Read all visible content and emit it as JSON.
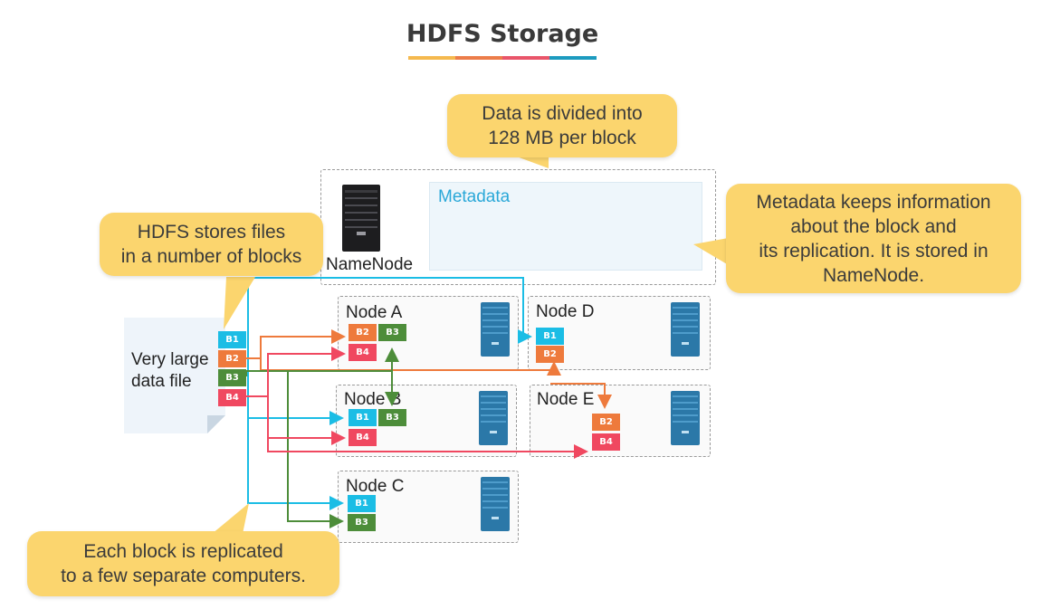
{
  "title": "HDFS Storage",
  "title_bar_colors": [
    "#f5b94e",
    "#ec7d4a",
    "#e9556a",
    "#1c9bbf"
  ],
  "callouts": {
    "data_divided": "Data is divided into\n128 MB per block",
    "stores_blocks": "HDFS stores files\nin a number of blocks",
    "metadata_info": "Metadata keeps information\nabout the block and\nits replication. It is stored in\nNameNode.",
    "replicated": "Each block is replicated\nto a few separate computers."
  },
  "namenode": {
    "label": "NameNode",
    "metadata_label": "Metadata"
  },
  "file": {
    "label": "Very large\ndata file"
  },
  "block_colors": {
    "B1": "#1bbde5",
    "B2": "#ee7a3c",
    "B3": "#4d8d3a",
    "B4": "#f04860"
  },
  "file_blocks": [
    "B1",
    "B2",
    "B3",
    "B4"
  ],
  "nodes": [
    {
      "id": "a",
      "label": "Node A",
      "blocks": [
        "B2",
        "B3",
        "B4"
      ]
    },
    {
      "id": "b",
      "label": "Node B",
      "blocks": [
        "B1",
        "B3",
        "B4"
      ]
    },
    {
      "id": "c",
      "label": "Node C",
      "blocks": [
        "B1",
        "B3"
      ]
    },
    {
      "id": "d",
      "label": "Node D",
      "blocks": [
        "B1",
        "B2"
      ]
    },
    {
      "id": "e",
      "label": "Node E",
      "blocks": [
        "B2",
        "B4"
      ]
    }
  ]
}
